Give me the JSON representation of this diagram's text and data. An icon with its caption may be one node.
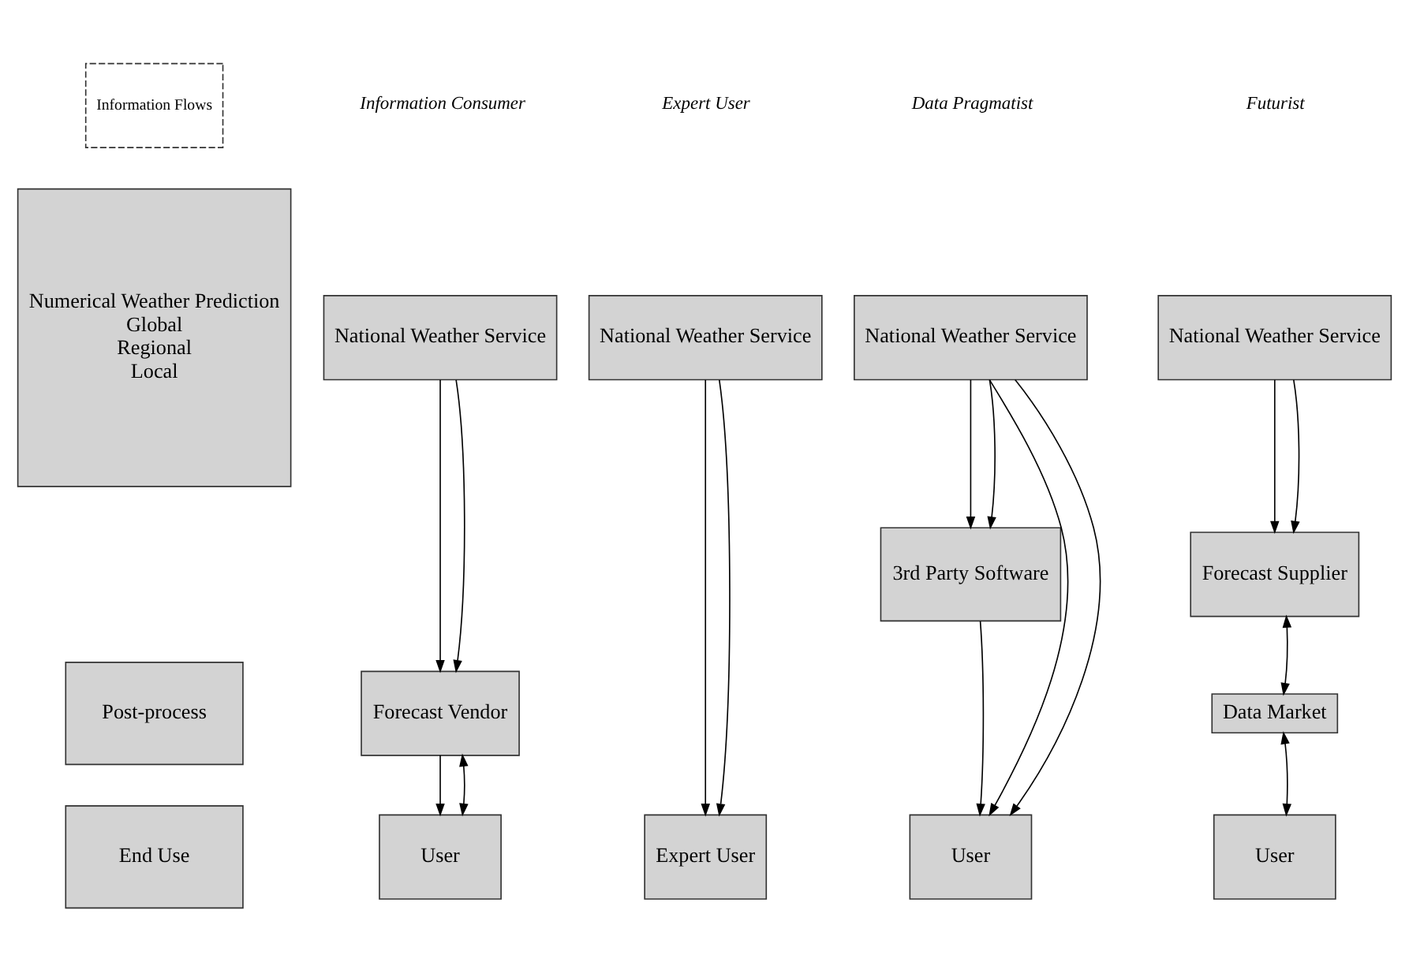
{
  "diagram": {
    "nodes": [
      {
        "text": [
          "Numerical Weather Prediction",
          "Global",
          "Regional",
          "Local"
        ]
      },
      {
        "text": [
          "Post-process"
        ]
      },
      {
        "text": [
          "End Use"
        ]
      },
      {
        "text": [
          "National Weather Service"
        ]
      },
      {
        "text": [
          "Forecast Vendor"
        ]
      },
      {
        "text": [
          "User"
        ]
      },
      {
        "text": [
          "National Weather Service"
        ]
      },
      {
        "text": [
          "Expert User"
        ]
      },
      {
        "text": [
          "National Weather Service"
        ]
      },
      {
        "text": [
          "3rd Party Software"
        ]
      },
      {
        "text": [
          "User"
        ]
      },
      {
        "text": [
          "National Weather Service"
        ]
      },
      {
        "text": [
          "Forecast Supplier"
        ]
      },
      {
        "text": [
          "Data Market"
        ]
      },
      {
        "text": [
          "User"
        ]
      }
    ],
    "edges": [
      {
        "from": 3,
        "to": 4,
        "arrow": "to"
      },
      {
        "from": 3,
        "to": 4,
        "arrow": "to"
      },
      {
        "from": 4,
        "to": 5,
        "arrow": "to"
      },
      {
        "from": 4,
        "to": 5,
        "arrow": "both"
      },
      {
        "from": 6,
        "to": 7,
        "arrow": "to"
      },
      {
        "from": 6,
        "to": 7,
        "arrow": "to"
      },
      {
        "from": 8,
        "to": 10,
        "arrow": "to"
      },
      {
        "from": 8,
        "to": 9,
        "arrow": "to"
      },
      {
        "from": 8,
        "to": 9,
        "arrow": "to"
      },
      {
        "from": 8,
        "to": 10,
        "arrow": "to"
      },
      {
        "from": 9,
        "to": 10,
        "arrow": "to"
      },
      {
        "from": 11,
        "to": 12,
        "arrow": "to"
      },
      {
        "from": 11,
        "to": 12,
        "arrow": "to"
      },
      {
        "from": 12,
        "to": 13,
        "arrow": "both"
      },
      {
        "from": 13,
        "to": 14,
        "arrow": "both"
      }
    ],
    "labels": [
      "Information Consumer",
      "Expert User",
      "Data Pragmatist",
      "Futurist"
    ],
    "legend": [
      {
        "text": "Information Flows"
      }
    ]
  }
}
